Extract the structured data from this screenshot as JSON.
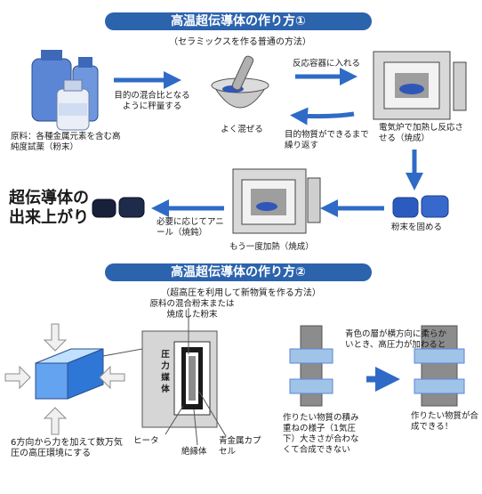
{
  "section1": {
    "title": "高温超伝導体の作り方①",
    "subtitle": "（セラミックスを作る普通の方法）",
    "materials_caption": "原料：各種金属元素を含む高純度試薬（粉末）",
    "weigh_caption": "目的の混合比となるように秤量する",
    "mix_caption": "よく混ぜる",
    "container_caption": "反応容器に入れる",
    "furnace_caption": "電気炉で加熱し反応させる（焼成）",
    "repeat_caption": "目的物質ができるまで繰り返す",
    "pellet_caption": "粉末を固める",
    "reheat_caption": "もう一度加熱（焼成）",
    "anneal_caption": "必要に応じてアニール（焼鈍）",
    "result_title": "超伝導体の出来上がり"
  },
  "section2": {
    "title": "高温超伝導体の作り方②",
    "subtitle": "（超高圧を利用して新物質を作る方法）",
    "powder_label": "原料の混合粉末または焼成した粉末",
    "pressure_medium": "圧力媒体",
    "heater": "ヒータ",
    "insulator": "絶縁体",
    "capsule": "青金属カプセル",
    "cube_caption": "6方向から力を加えて数万気圧の高圧環境にする",
    "layers_caption": "作りたい物質の積み重ねの様子（1気圧下）大きさが合わなくて合成できない",
    "soft_caption": "青色の層が横方向に柔らかいとき、高圧力が加わると",
    "success_caption": "作りたい物質が合成できる！"
  },
  "colors": {
    "banner": "#2b63ad",
    "arrow": "#2f6bc6",
    "light_blue": "#9fc4e8",
    "dark_blue": "#1f3f8f",
    "gray": "#8c8c8c"
  }
}
